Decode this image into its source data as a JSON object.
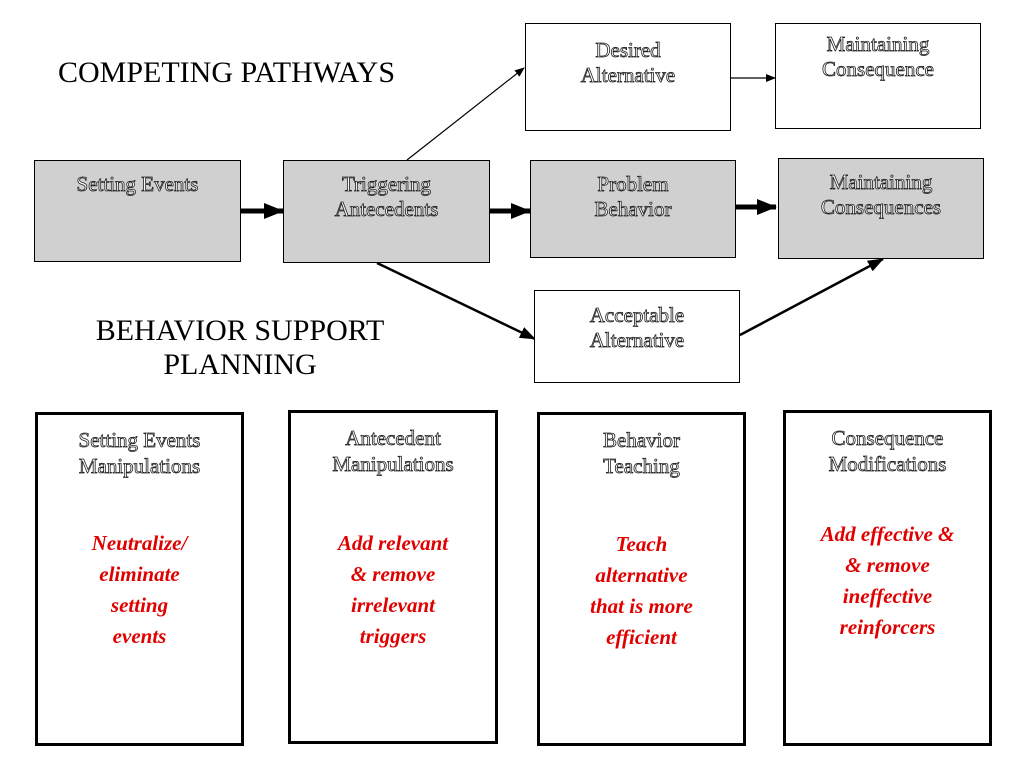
{
  "headings": {
    "competing": "COMPETING PATHWAYS",
    "planning_line1": "BEHAVIOR SUPPORT",
    "planning_line2": "PLANNING"
  },
  "pathway": {
    "setting_events": [
      "Setting Events"
    ],
    "triggering_antecedents": [
      "Triggering",
      "Antecedents"
    ],
    "problem_behavior": [
      "Problem",
      "Behavior"
    ],
    "maintaining_consequences": [
      "Maintaining",
      "Consequences"
    ],
    "desired_alternative": [
      "Desired",
      "Alternative"
    ],
    "maintaining_consequence": [
      "Maintaining",
      "Consequence"
    ],
    "acceptable_alternative": [
      "Acceptable",
      "Alternative"
    ]
  },
  "planning": [
    {
      "title": [
        "Setting Events",
        "Manipulations"
      ],
      "body": [
        "Neutralize/",
        "eliminate",
        "setting",
        "events"
      ]
    },
    {
      "title": [
        "Antecedent",
        "Manipulations"
      ],
      "body": [
        "Add relevant",
        "& remove",
        "irrelevant",
        "triggers"
      ]
    },
    {
      "title": [
        "Behavior",
        "Teaching"
      ],
      "body": [
        "Teach",
        "alternative",
        "that is more",
        "efficient"
      ]
    },
    {
      "title": [
        "Consequence",
        "Modifications"
      ],
      "body": [
        "Add effective &",
        "& remove",
        "ineffective",
        "reinforcers"
      ]
    }
  ],
  "colors": {
    "highlight_text": "#e00000",
    "node_fill": "#d0d0d0"
  }
}
